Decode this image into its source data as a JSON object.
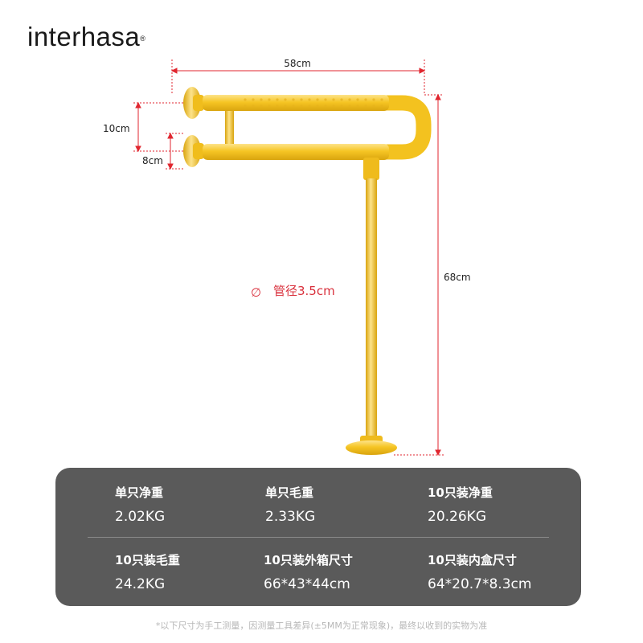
{
  "brand": {
    "logo_text": "interhasa",
    "logo_mark": "®"
  },
  "dimensions": {
    "width": "58cm",
    "height": "68cm",
    "gap_upper": "10cm",
    "gap_lower": "8cm",
    "pipe_diameter_symbol": "∅",
    "pipe_diameter": "管径3.5cm"
  },
  "colors": {
    "rail": "#f4c51f",
    "dim_line": "#e0262f",
    "panel": "#5a5a5a"
  },
  "specs": [
    {
      "label": "单只净重",
      "value": "2.02KG"
    },
    {
      "label": "单只毛重",
      "value": "2.33KG"
    },
    {
      "label": "10只装净重",
      "value": "20.26KG"
    },
    {
      "label": "10只装毛重",
      "value": "24.2KG"
    },
    {
      "label": "10只装外箱尺寸",
      "value": "66*43*44cm"
    },
    {
      "label": "10只装内盒尺寸",
      "value": "64*20.7*8.3cm"
    }
  ],
  "footnote": "*以下尺寸为手工测量，因测量工具差异(±5MM为正常现象)，最终以收到的实物为准"
}
